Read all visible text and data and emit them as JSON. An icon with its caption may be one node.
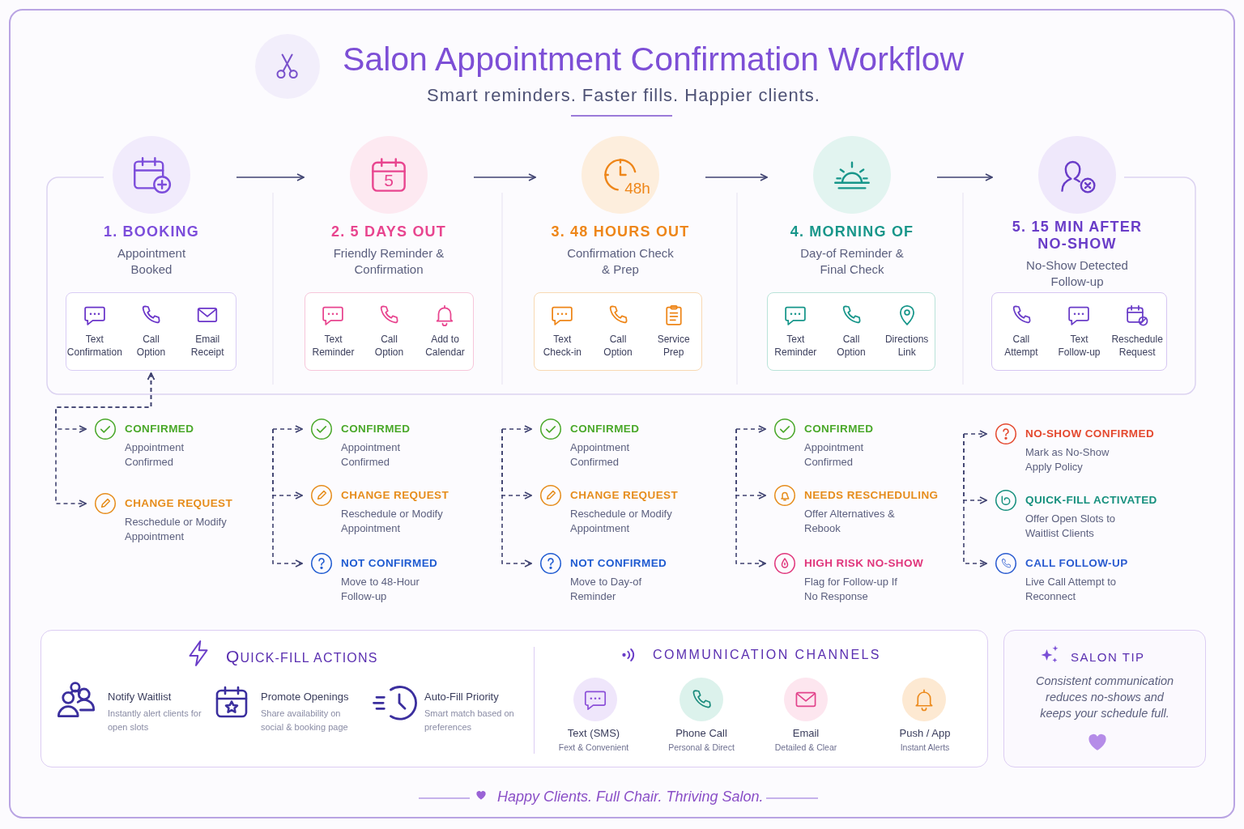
{
  "diagram": {
    "title": "Salon Appointment Confirmation Workflow",
    "caption": "Happy Clients. Full Chair. Thriving Salon.",
    "nodes": [
      {
        "text": [
          "1. BOOKING",
          "Appointment Booked"
        ]
      },
      {
        "text": [
          "2. 5 DAYS OUT",
          "Friendly Reminder & Confirmation"
        ]
      },
      {
        "text": [
          "3. 48 HOURS OUT",
          "Confirmation Check & Prep"
        ]
      },
      {
        "text": [
          "4. MORNING OF",
          "Day-of Reminder & Final Check"
        ]
      },
      {
        "text": [
          "5. 15 MIN AFTER NO-SHOW",
          "No-Show Detected Follow-up"
        ]
      },
      {
        "text": [
          "Text Confirmation",
          "Call Option",
          "Email Receipt"
        ]
      },
      {
        "text": [
          "Text Reminder",
          "Call Option",
          "Add to Calendar"
        ]
      },
      {
        "text": [
          "Text Check-in",
          "Call Option",
          "Service Prep"
        ]
      },
      {
        "text": [
          "Text Reminder",
          "Call Option",
          "Directions Link"
        ]
      },
      {
        "text": [
          "Call Attempt",
          "Text Follow-up",
          "Reschedule Request"
        ]
      },
      {
        "text": [
          "CONFIRMED",
          "Appointment Confirmed"
        ]
      },
      {
        "text": [
          "CHANGE REQUEST",
          "Reschedule or Modify Appointment"
        ]
      },
      {
        "text": [
          "CONFIRMED",
          "Appointment Confirmed"
        ]
      },
      {
        "text": [
          "CHANGE REQUEST",
          "Reschedule or Modify Appointment"
        ]
      },
      {
        "text": [
          "NOT CONFIRMED",
          "Move to 48-Hour Follow-up"
        ]
      },
      {
        "text": [
          "CONFIRMED",
          "Appointment Confirmed"
        ]
      },
      {
        "text": [
          "CHANGE REQUEST",
          "Reschedule or Modify Appointment"
        ]
      },
      {
        "text": [
          "NOT CONFIRMED",
          "Move to Day-of Reminder"
        ]
      },
      {
        "text": [
          "CONFIRMED",
          "Appointment Confirmed"
        ]
      },
      {
        "text": [
          "NEEDS RESCHEDULING",
          "Offer Alternatives & Rebook"
        ]
      },
      {
        "text": [
          "HIGH RISK NO-SHOW",
          "Flag for Follow-up If No Response"
        ]
      },
      {
        "text": [
          "NO-SHOW CONFIRMED",
          "Mark as No-Show Apply Policy"
        ]
      },
      {
        "text": [
          "QUICK-FILL ACTIVATED",
          "Offer Open Slots to Waitlist Clients"
        ]
      },
      {
        "text": [
          "CALL FOLLOW-UP",
          "Live Call Attempt to Reconnect"
        ]
      },
      {
        "text": [
          "QUICK-FILL ACTIONS",
          "COMMUNICATION CHANNELS"
        ]
      },
      {
        "text": [
          "SALON TIP",
          "Consistent communication reduces no-shows and keeps your schedule full."
        ]
      }
    ],
    "edges": [
      {
        "from": 0,
        "to": 1,
        "arrow": "to"
      },
      {
        "from": 1,
        "to": 2,
        "arrow": "to"
      },
      {
        "from": 2,
        "to": 3,
        "arrow": "to"
      },
      {
        "from": 3,
        "to": 4,
        "arrow": "to"
      },
      {
        "from": 5,
        "to": 10,
        "arrow": "both",
        "style": "dashed"
      },
      {
        "from": 5,
        "to": 11,
        "arrow": "both",
        "style": "dashed"
      },
      {
        "from": null,
        "to": 12,
        "arrow": "to",
        "style": "dashed"
      },
      {
        "from": null,
        "to": 13,
        "arrow": "to",
        "style": "dashed"
      },
      {
        "from": null,
        "to": 14,
        "arrow": "to",
        "style": "dashed"
      },
      {
        "from": null,
        "to": 15,
        "arrow": "to",
        "style": "dashed"
      },
      {
        "from": null,
        "to": 16,
        "arrow": "to",
        "style": "dashed"
      },
      {
        "from": null,
        "to": 17,
        "arrow": "to",
        "style": "dashed"
      },
      {
        "from": null,
        "to": 18,
        "arrow": "to",
        "style": "dashed"
      },
      {
        "from": null,
        "to": 19,
        "arrow": "to",
        "style": "dashed"
      },
      {
        "from": null,
        "to": 20,
        "arrow": "to",
        "style": "dashed"
      },
      {
        "from": null,
        "to": 21,
        "arrow": "to",
        "style": "dashed"
      },
      {
        "from": null,
        "to": 22,
        "arrow": "to",
        "style": "dashed"
      },
      {
        "from": null,
        "to": 23,
        "arrow": "to",
        "style": "dashed"
      }
    ],
    "labels": [
      "Smart reminders. Faster fills. Happier clients.",
      "5",
      "48h",
      "Notify Waitlist",
      "Instantly alert clients for open slots",
      "Promote Openings",
      "Share availability on social & booking page",
      "Auto-Fill Priority",
      "Smart match based on preferences",
      "Text (SMS)",
      "Fext & Convenient",
      "Phone Call",
      "Personal & Direct",
      "Email",
      "Detailed & Clear",
      "Push / App",
      "Instant Alerts"
    ]
  }
}
